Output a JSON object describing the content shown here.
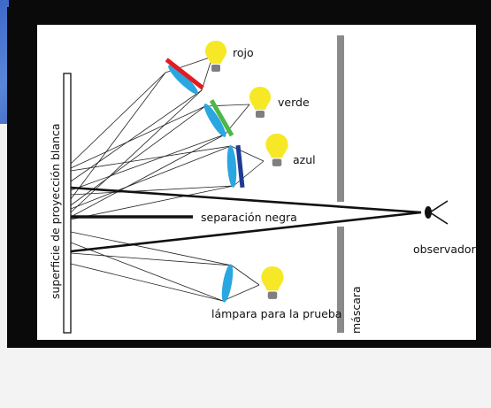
{
  "labels": {
    "red": "rojo",
    "green": "verde",
    "blue": "azul",
    "separator": "separación negra",
    "observer": "observador",
    "test_lamp": "lámpara para la prueba",
    "screen": "superficie de proyección blanca",
    "mask": "máscara"
  },
  "colors": {
    "red_filter": "#e21b23",
    "green_filter": "#4cb848",
    "blue_filter": "#1f3a93",
    "lens": "#2aa7e0",
    "bulb": "#f6e826",
    "mask": "#8a8a8a"
  }
}
